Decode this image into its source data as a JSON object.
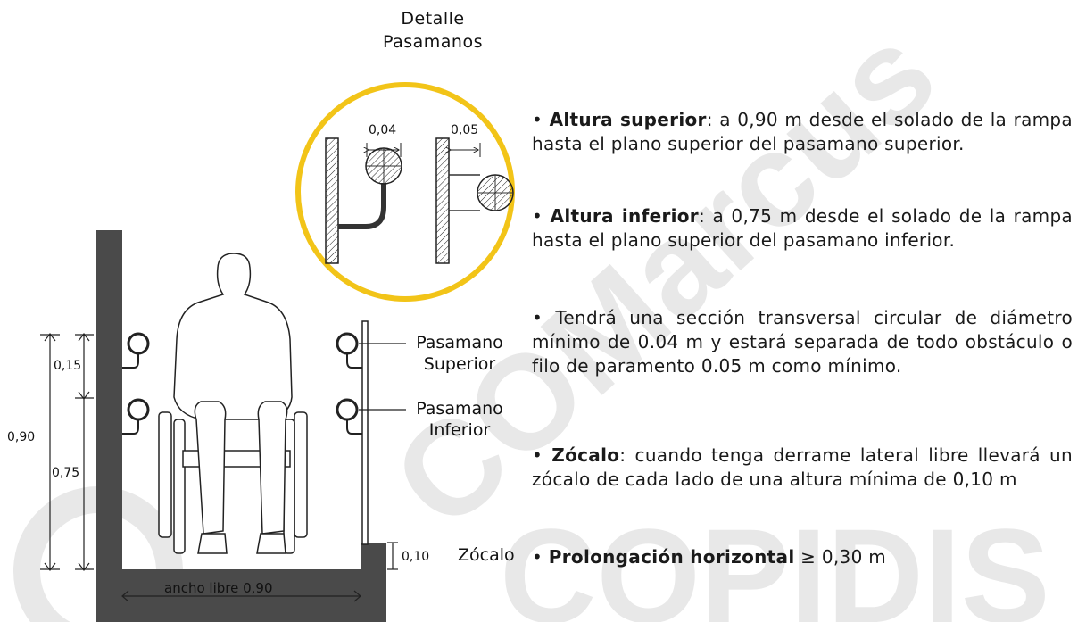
{
  "watermark": {
    "text1": "COMarcus",
    "text2": "COPIDIS",
    "color": "#e6e6e6"
  },
  "detail": {
    "title_line1": "Detalle",
    "title_line2": "Pasamanos",
    "dim_left": "0,04",
    "dim_right": "0,05",
    "circle_color": "#f2c418"
  },
  "labels": {
    "pasamano_superior_1": "Pasamano",
    "pasamano_superior_2": "Superior",
    "pasamano_inferior_1": "Pasamano",
    "pasamano_inferior_2": "Inferior",
    "zocalo": "Zócalo",
    "zocalo_dim": "0,10",
    "ancho_libre": "ancho libre 0,90"
  },
  "dimensions": {
    "total": "0,90",
    "upper": "0,15",
    "lower": "0,75"
  },
  "paragraphs": {
    "p1_bold": "Altura superior",
    "p1_rest": ": a 0,90 m desde el solado de la rampa hasta el plano superior del pasamano superior.",
    "p2_bold": "Altura inferior",
    "p2_rest": ": a 0,75 m desde el solado de la rampa hasta el plano superior del pasamano inferior.",
    "p3_rest": "Tendrá una sección transversal circular de diámetro mínimo de 0.04 m y estará separada de todo obstáculo o filo de paramento 0.05 m como mínimo.",
    "p4_bold": "Zócalo",
    "p4_rest": ": cuando tenga derrame lateral libre llevará un zócalo de cada lado de una altura mínima de 0,10 m",
    "p5_bold": "Prolongación horizontal",
    "p5_rest": " ≥ 0,30 m",
    "bullet": "•"
  }
}
